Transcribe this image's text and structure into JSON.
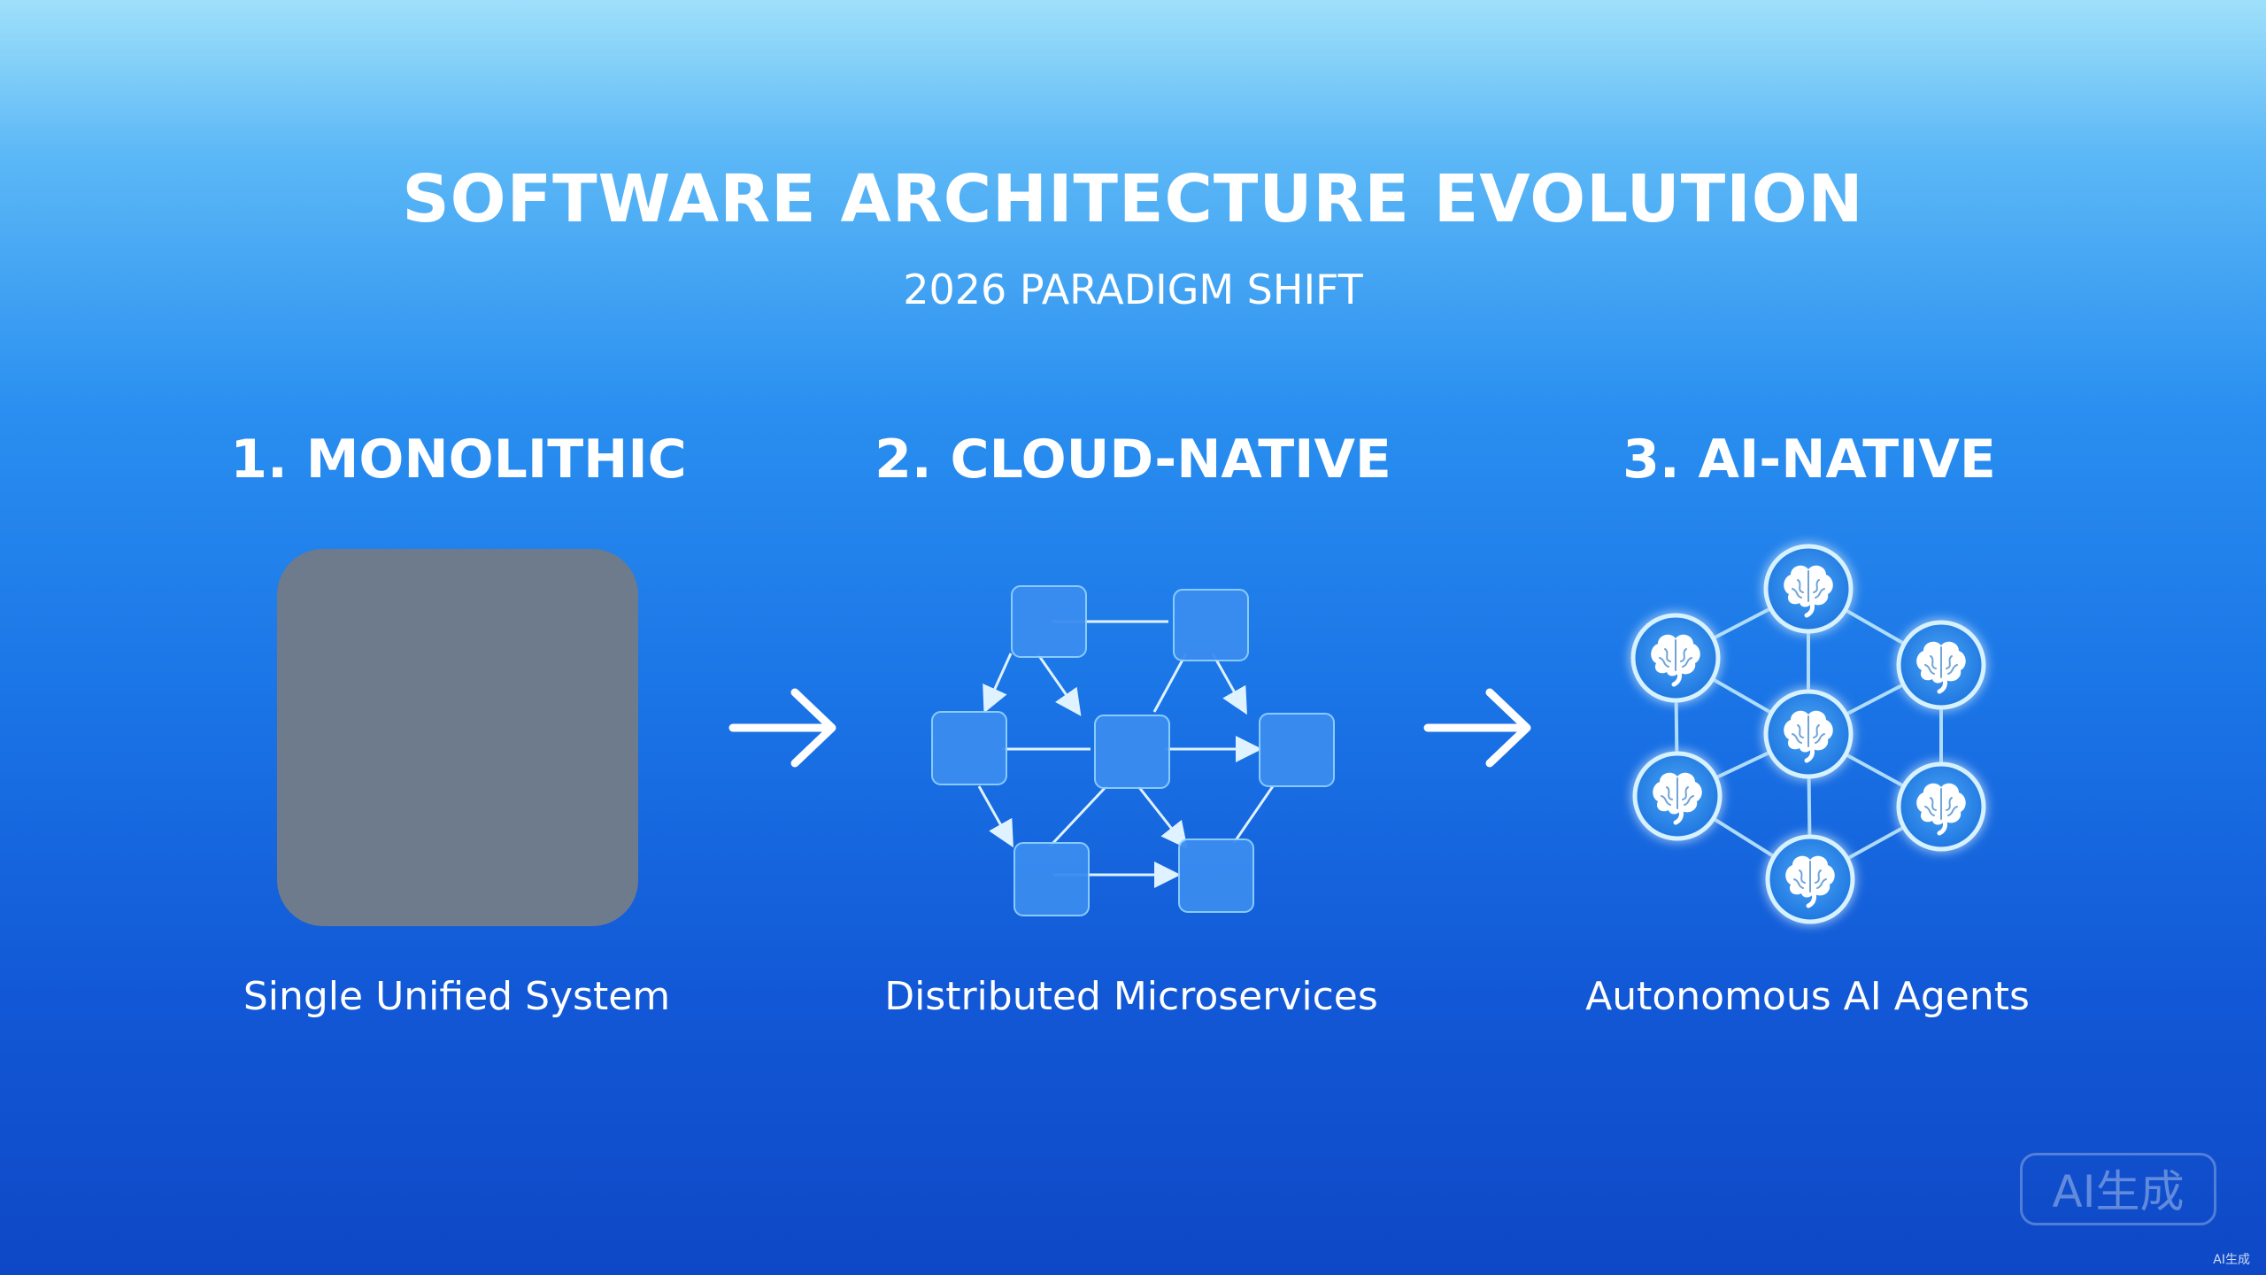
{
  "header": {
    "title": "SOFTWARE ARCHITECTURE EVOLUTION",
    "subtitle": "2026 PARADIGM SHIFT"
  },
  "stages": [
    {
      "title": "1. MONOLITHIC",
      "caption": "Single Unified System",
      "icon": "monolith-block"
    },
    {
      "title": "2. CLOUD-NATIVE",
      "caption": "Distributed Microservices",
      "icon": "microservice-network"
    },
    {
      "title": "3. AI-NATIVE",
      "caption": "Autonomous AI Agents",
      "icon": "brain-agent-network"
    }
  ],
  "connectors": [
    "arrow-right-icon",
    "arrow-right-icon"
  ],
  "watermark": {
    "badge": "AI生成",
    "corner": "AI生成"
  },
  "colors": {
    "monolith": "#6e7b8c",
    "service_node": "#3c8df0",
    "agent_glow": "#bfe8ff",
    "text": "#ffffff"
  }
}
